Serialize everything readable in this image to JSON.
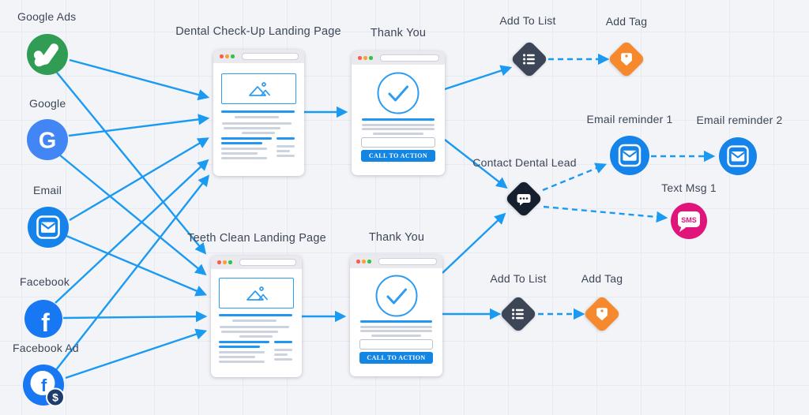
{
  "sources": [
    {
      "label": "Google Ads",
      "icon": "google-ads-icon"
    },
    {
      "label": "Google",
      "icon": "google-icon",
      "glyph": "G"
    },
    {
      "label": "Email",
      "icon": "email-envelope-icon"
    },
    {
      "label": "Facebook",
      "icon": "facebook-icon",
      "glyph": "f"
    },
    {
      "label": "Facebook Ad",
      "icon": "facebook-ad-icon",
      "glyph": "f",
      "badge_glyph": "$"
    }
  ],
  "pages": {
    "dental": {
      "title": "Dental Check-Up Landing Page"
    },
    "teeth": {
      "title": "Teeth Clean Landing Page"
    }
  },
  "thankyou": {
    "title": "Thank You",
    "cta": "CALL TO ACTION"
  },
  "actions": {
    "add_to_list": {
      "label": "Add To List"
    },
    "add_tag": {
      "label": "Add Tag"
    },
    "contact": {
      "label": "Contact Dental Lead"
    },
    "email_reminder_1": {
      "label": "Email reminder 1"
    },
    "email_reminder_2": {
      "label": "Email reminder 2"
    },
    "text_msg": {
      "label": "Text Msg 1",
      "glyph": "SMS"
    }
  },
  "edges": [
    {
      "from": "google-ads",
      "to": "dental-landing-page",
      "style": "solid"
    },
    {
      "from": "google-ads",
      "to": "teeth-landing-page",
      "style": "solid"
    },
    {
      "from": "google",
      "to": "dental-landing-page",
      "style": "solid"
    },
    {
      "from": "google",
      "to": "teeth-landing-page",
      "style": "solid"
    },
    {
      "from": "email",
      "to": "dental-landing-page",
      "style": "solid"
    },
    {
      "from": "email",
      "to": "teeth-landing-page",
      "style": "solid"
    },
    {
      "from": "facebook",
      "to": "dental-landing-page",
      "style": "solid"
    },
    {
      "from": "facebook",
      "to": "teeth-landing-page",
      "style": "solid"
    },
    {
      "from": "facebook-ad",
      "to": "dental-landing-page",
      "style": "solid"
    },
    {
      "from": "facebook-ad",
      "to": "teeth-landing-page",
      "style": "solid"
    },
    {
      "from": "dental-landing-page",
      "to": "thank-you-1",
      "style": "solid"
    },
    {
      "from": "teeth-landing-page",
      "to": "thank-you-2",
      "style": "solid"
    },
    {
      "from": "thank-you-1",
      "to": "add-to-list-1",
      "style": "solid"
    },
    {
      "from": "thank-you-1",
      "to": "contact-dental-lead",
      "style": "solid"
    },
    {
      "from": "thank-you-2",
      "to": "contact-dental-lead",
      "style": "solid"
    },
    {
      "from": "thank-you-2",
      "to": "add-to-list-2",
      "style": "solid"
    },
    {
      "from": "add-to-list-1",
      "to": "add-tag-1",
      "style": "dashed"
    },
    {
      "from": "add-to-list-2",
      "to": "add-tag-2",
      "style": "dashed"
    },
    {
      "from": "contact-dental-lead",
      "to": "email-reminder-1",
      "style": "dashed"
    },
    {
      "from": "email-reminder-1",
      "to": "email-reminder-2",
      "style": "dashed"
    },
    {
      "from": "contact-dental-lead",
      "to": "text-msg-1",
      "style": "dashed"
    }
  ],
  "colors": {
    "arrow_blue": "#1b9af2",
    "google_ads_green": "#319c54",
    "google_blue": "#4285f4",
    "email_blue": "#1583e9",
    "facebook_blue": "#1877f2",
    "fb_badge_navy": "#1d3e6d",
    "list_diamond_slate": "#3d4657",
    "contact_diamond_dark": "#161f2d",
    "tag_orange": "#f6882d",
    "sms_pink": "#e0157a",
    "cta_button_blue": "#1286e2",
    "background": "#f3f4f8"
  }
}
